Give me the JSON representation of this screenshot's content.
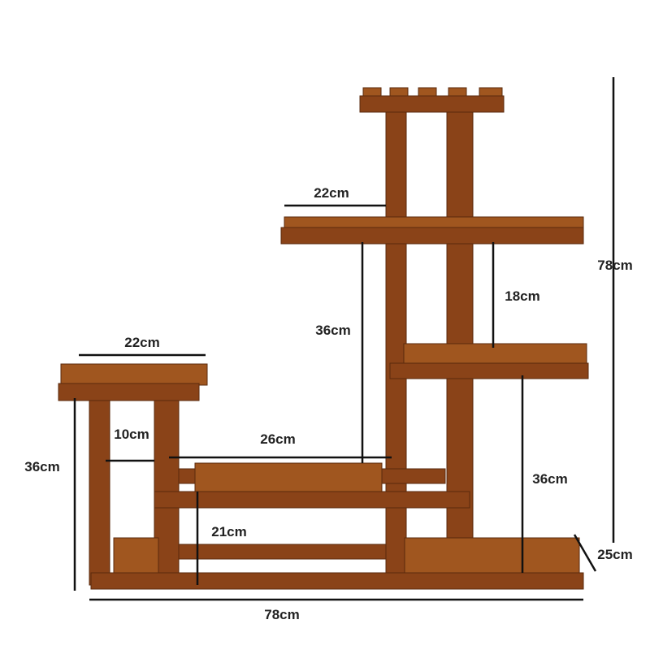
{
  "colors": {
    "wood": "#8a4318",
    "wood_light": "#a0561f",
    "dimension_line": "#111111"
  },
  "dimensions": {
    "top_shelf_depth": "22cm",
    "total_height": "78cm",
    "upper_gap": "18cm",
    "middle_height": "36cm",
    "left_shelf_depth": "22cm",
    "left_gap": "10cm",
    "middle_shelf_width": "26cm",
    "left_height": "36cm",
    "lower_gap": "21cm",
    "right_lower_height": "36cm",
    "depth": "25cm",
    "total_width": "78cm"
  }
}
